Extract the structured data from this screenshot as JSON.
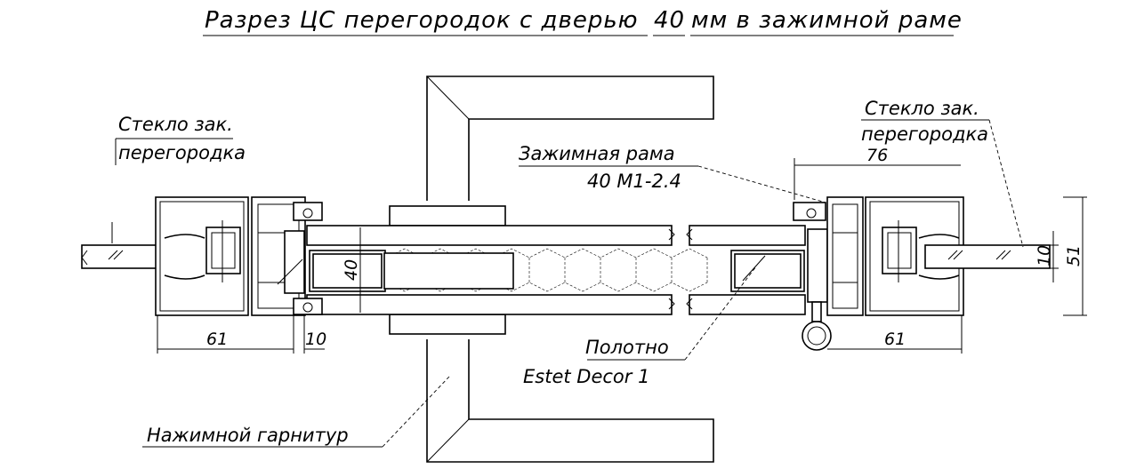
{
  "title": {
    "prefix": "Разрез  ЦС перегородок с дверью",
    "value": "40",
    "suffix": "мм в зажимной раме"
  },
  "labels": {
    "glass_left_line1": "Стекло зак.",
    "glass_left_line2": "перегородка",
    "glass_right_line1": "Стекло зак.",
    "glass_right_line2": "перегородка",
    "clamp_frame_line1": "Зажимная рама",
    "clamp_frame_line2": "40 М1-2.4",
    "door_leaf_line1": "Полотно",
    "door_leaf_line2": "Estet Decor 1",
    "handle_set": "Нажимной гарнитур"
  },
  "dimensions": {
    "left_frame_width": "61",
    "left_gap": "10",
    "door_thickness": "40",
    "right_top_width": "76",
    "right_frame_width": "61",
    "glass_thickness": "10",
    "frame_depth": "51"
  }
}
